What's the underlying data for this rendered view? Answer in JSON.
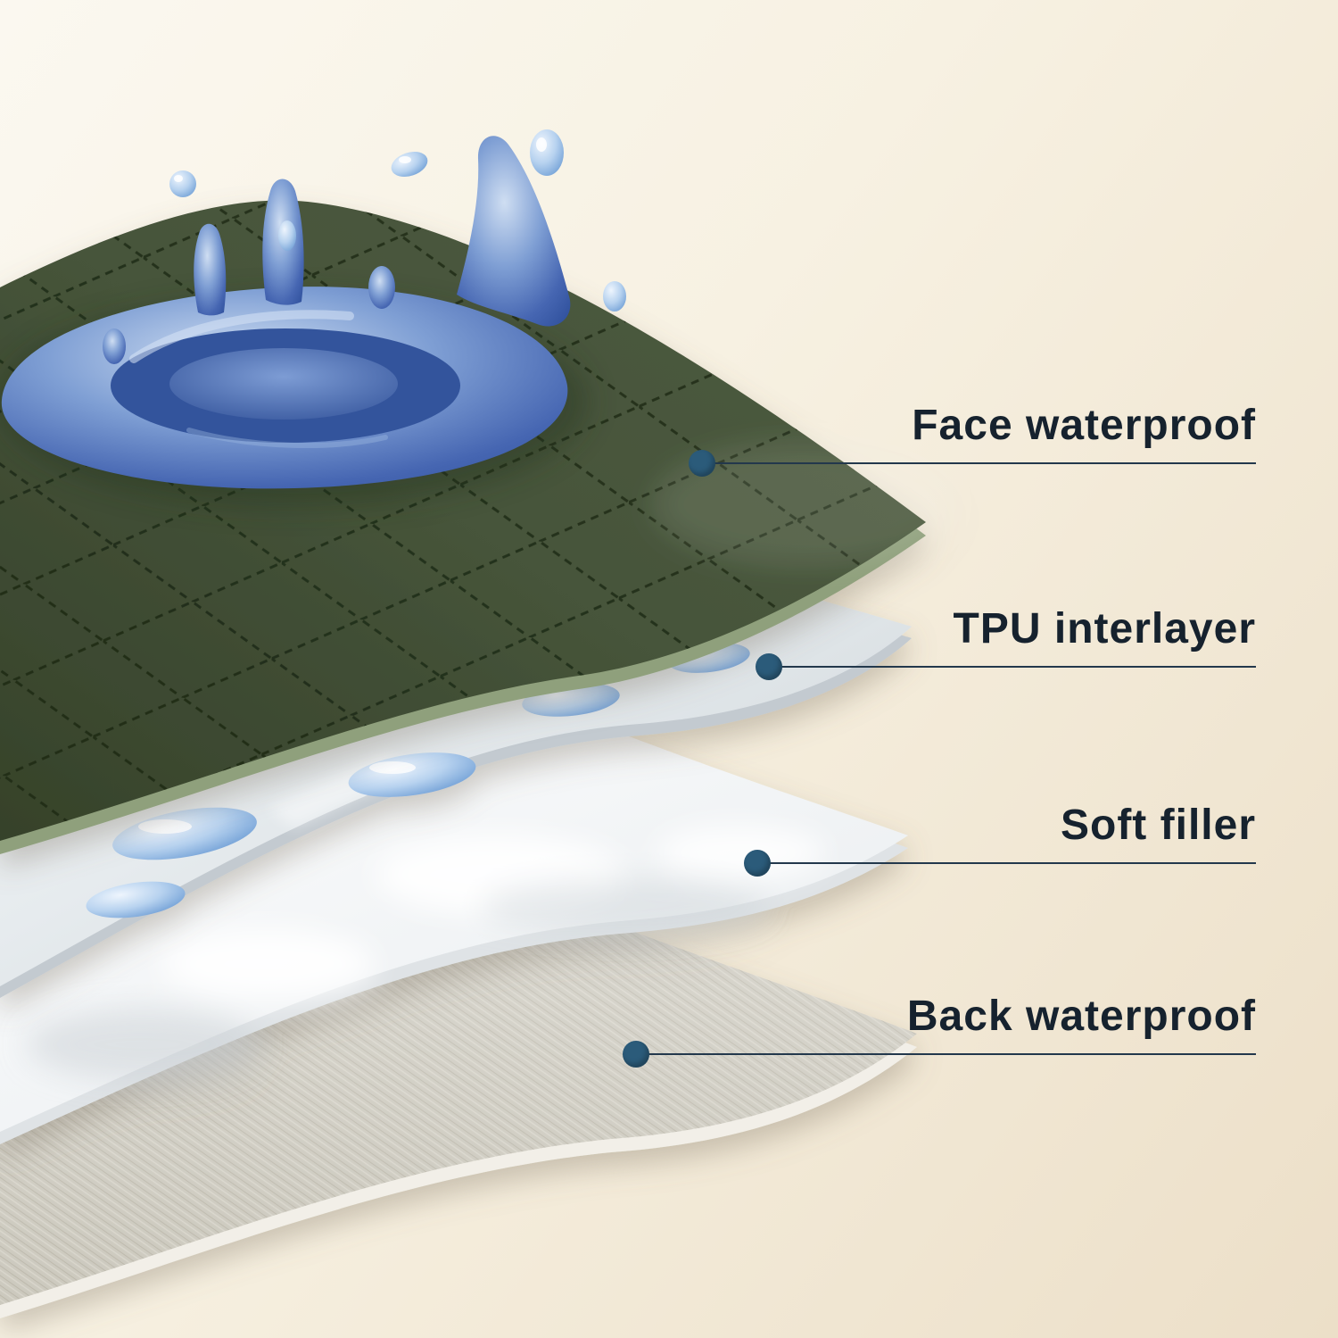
{
  "callouts": [
    {
      "text": "Face waterproof"
    },
    {
      "text": "TPU interlayer"
    },
    {
      "text": "Soft filler"
    },
    {
      "text": "Back waterproof"
    }
  ],
  "colors": {
    "background_start": "#fbf8f0",
    "background_end": "#ecdfc8",
    "label_text": "#16222e",
    "callout_line": "#23384c",
    "callout_dot": "#2b5b7a",
    "fabric_green": "#44523a",
    "fabric_green_edge": "#8fa07c",
    "tpu_white": "#e8edf0",
    "filler_white": "#fbfcfd",
    "back_gray": "#ccc9be",
    "water_blue": "#3a5da9"
  }
}
